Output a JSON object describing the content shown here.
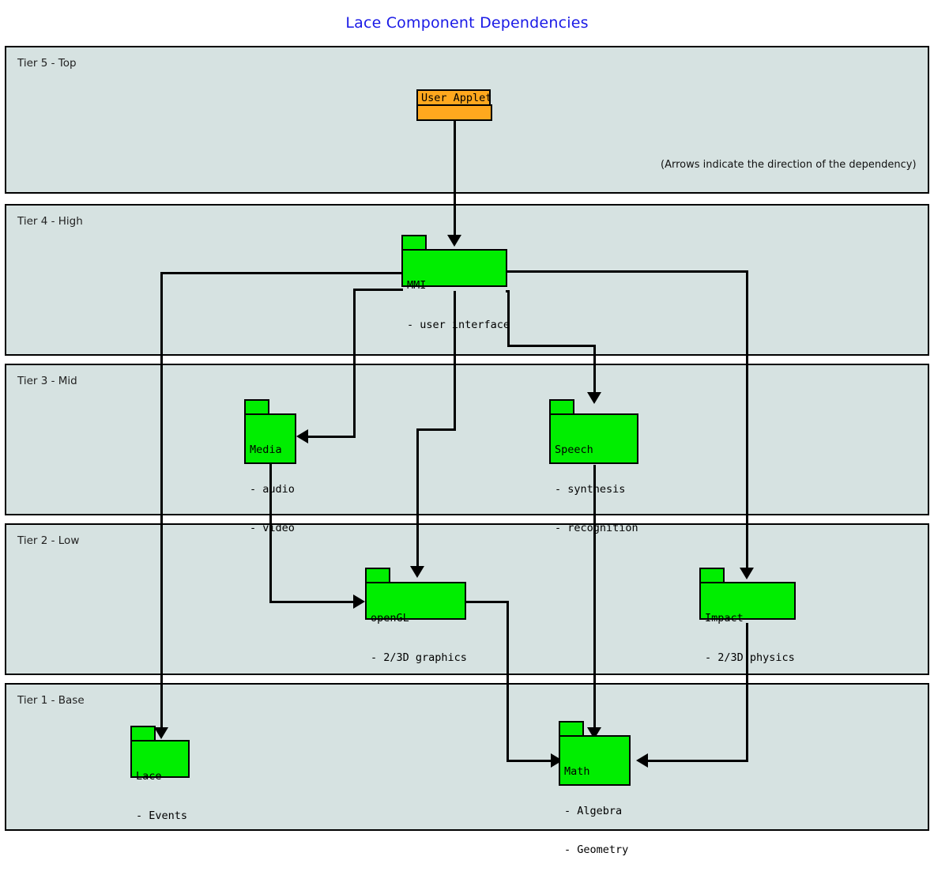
{
  "title": "Lace Component Dependencies",
  "note": "(Arrows indicate the direction of the dependency)",
  "colors": {
    "title": "#1a1ae6",
    "tier_background": "#d6e2e1",
    "package_green": "#00ee00",
    "package_orange": "#ffa81e",
    "stroke": "#000000"
  },
  "tiers": [
    {
      "label": "Tier 5 - Top"
    },
    {
      "label": "Tier 4 - High"
    },
    {
      "label": "Tier 3 - Mid"
    },
    {
      "label": "Tier 2 - Low"
    },
    {
      "label": "Tier 1 - Base"
    }
  ],
  "packages": [
    {
      "name": "User Applet",
      "title": "User Applet",
      "items": [],
      "tier": "Tier 5 - Top",
      "color": "#ffa81e"
    },
    {
      "name": "MMI",
      "title": "MMI",
      "items": [
        "- user interface"
      ],
      "tier": "Tier 4 - High",
      "color": "#00ee00"
    },
    {
      "name": "Media",
      "title": "Media",
      "items": [
        "- audio",
        "- video"
      ],
      "tier": "Tier 3 - Mid",
      "color": "#00ee00"
    },
    {
      "name": "Speech",
      "title": "Speech",
      "items": [
        "- synthesis",
        "- recognition"
      ],
      "tier": "Tier 3 - Mid",
      "color": "#00ee00"
    },
    {
      "name": "openGL",
      "title": "openGL",
      "items": [
        "- 2/3D graphics"
      ],
      "tier": "Tier 2 - Low",
      "color": "#00ee00"
    },
    {
      "name": "Impact",
      "title": "Impact",
      "items": [
        "- 2/3D physics"
      ],
      "tier": "Tier 2 - Low",
      "color": "#00ee00"
    },
    {
      "name": "Lace",
      "title": "Lace",
      "items": [
        "- Events"
      ],
      "tier": "Tier 1 - Base",
      "color": "#00ee00"
    },
    {
      "name": "Math",
      "title": "Math",
      "items": [
        "- Algebra",
        "- Geometry"
      ],
      "tier": "Tier 1 - Base",
      "color": "#00ee00"
    }
  ],
  "dependencies": [
    {
      "from": "User Applet",
      "to": "MMI"
    },
    {
      "from": "MMI",
      "to": "Media"
    },
    {
      "from": "MMI",
      "to": "Speech"
    },
    {
      "from": "MMI",
      "to": "openGL"
    },
    {
      "from": "MMI",
      "to": "Impact"
    },
    {
      "from": "MMI",
      "to": "Lace"
    },
    {
      "from": "Media",
      "to": "openGL"
    },
    {
      "from": "openGL",
      "to": "Math"
    },
    {
      "from": "Speech",
      "to": "Math"
    },
    {
      "from": "Impact",
      "to": "Math"
    }
  ]
}
